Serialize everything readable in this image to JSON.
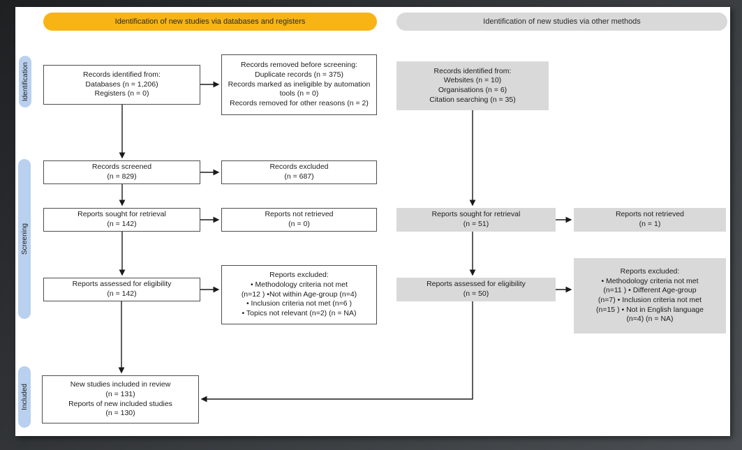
{
  "headers": {
    "databases": "Identification of new studies via databases and registers",
    "other_methods": "Identification of new studies via other methods"
  },
  "stages": {
    "identification": "Identification",
    "screening": "Screening",
    "included": "Included"
  },
  "boxes": {
    "records_identified_databases": "Records identified from:\nDatabases (n = 1,206)\nRegisters (n = 0)",
    "records_removed_before_screening": "Records removed before screening:\nDuplicate records (n = 375)\nRecords marked as ineligible by automation\ntools (n = 0)\nRecords removed for other reasons (n = 2)",
    "records_screened": "Records screened\n(n = 829)",
    "records_excluded": "Records excluded\n(n = 687)",
    "reports_sought_databases": "Reports sought for retrieval\n(n = 142)",
    "reports_not_retrieved_databases": "Reports not retrieved\n(n = 0)",
    "reports_assessed_databases": "Reports assessed for eligibility\n(n = 142)",
    "reports_excluded_databases": "Reports excluded:\n• Methodology criteria not met\n(n=12 ) •Not within Age-group (n=4)\n• Inclusion criteria not met (n=6 )\n• Topics not relevant (n=2) (n = NA)",
    "new_studies_included": "New studies included in review\n(n = 131)\nReports of new included studies\n(n = 130)",
    "records_identified_other": "Records identified from:\nWebsites (n = 10)\nOrganisations (n = 6)\nCitation searching (n = 35)",
    "reports_sought_other": "Reports sought for retrieval\n(n = 51)",
    "reports_not_retrieved_other": "Reports not retrieved\n(n = 1)",
    "reports_assessed_other": "Reports assessed for eligibility\n(n = 50)",
    "reports_excluded_other": "Reports excluded:\n• Methodology criteria not met\n(n=11 ) • Different Age-group\n(n=7) • Inclusion criteria not met\n(n=15 ) • Not in English language\n(n=4) (n = NA)"
  },
  "colors": {
    "header_databases": "#f8b414",
    "header_other": "#d9d9d9",
    "stage_pill": "#b9d0ee",
    "gray_box": "#d9d9d9",
    "box_border": "#4d4d4d",
    "arrow": "#1a1a1a",
    "page_background": "#ffffff",
    "frame_background": "#35383b"
  }
}
